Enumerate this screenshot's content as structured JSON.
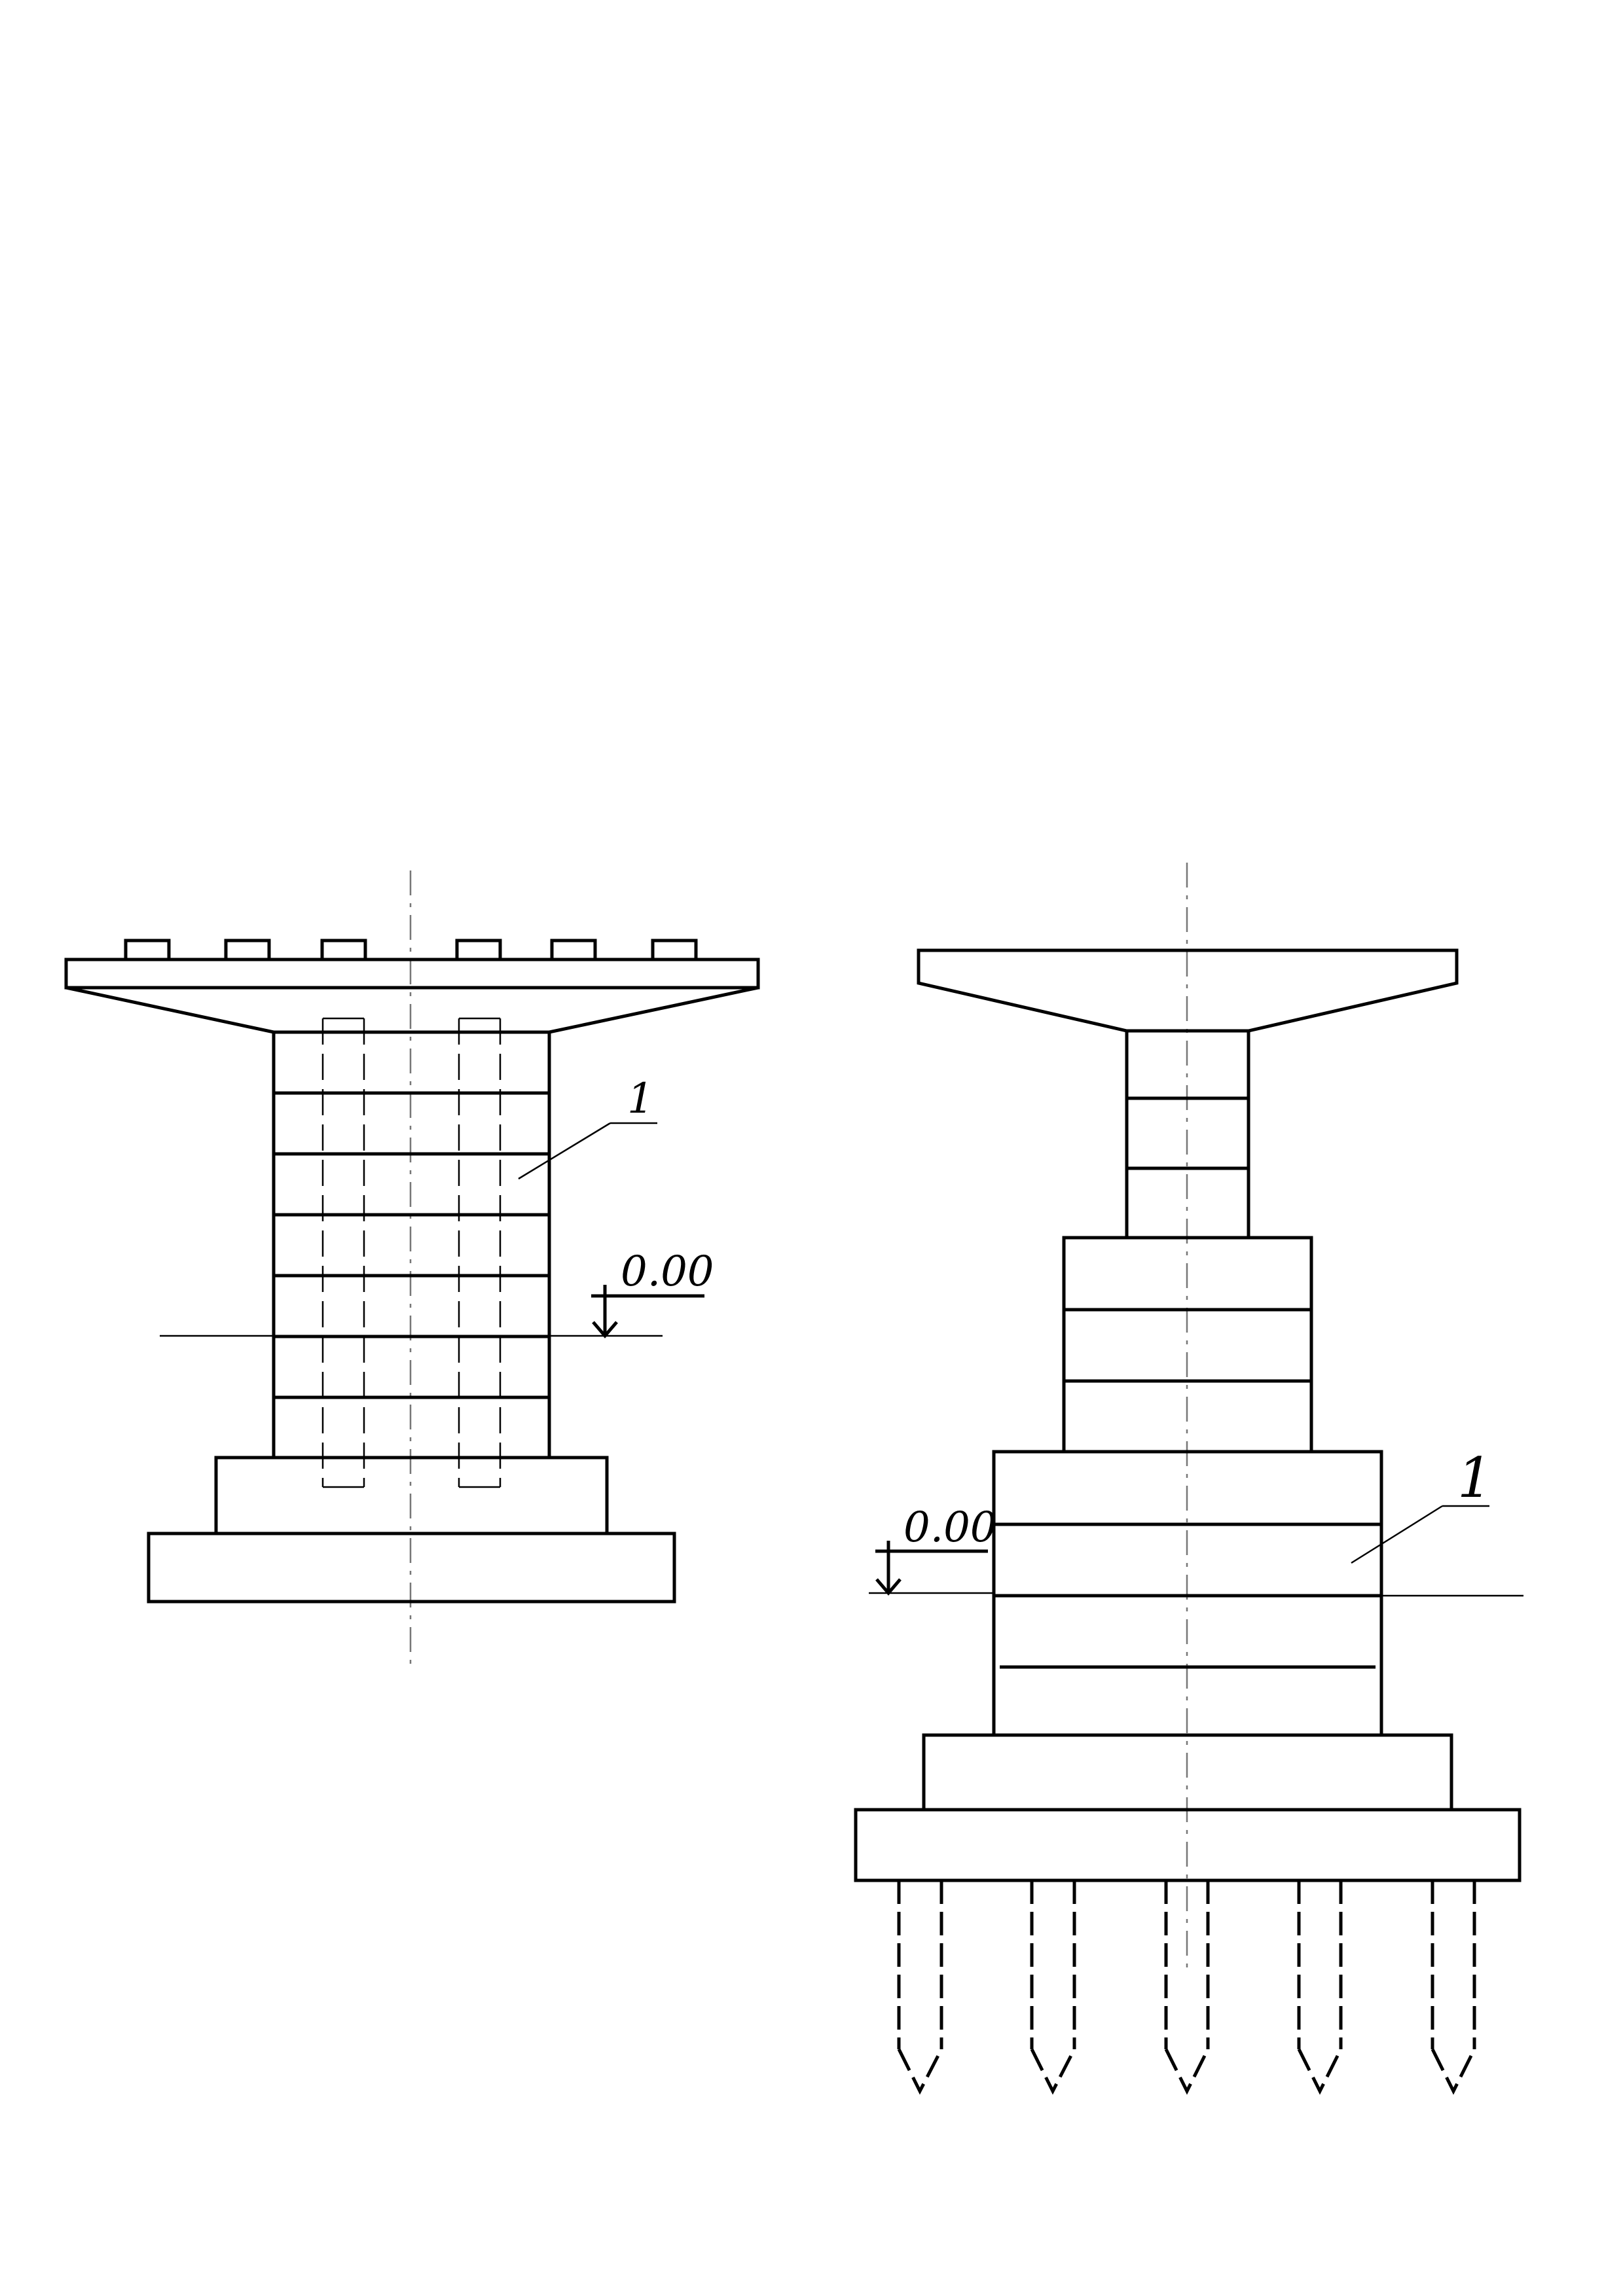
{
  "left_pier": {
    "leader_label": "1",
    "level_mark": "0.00"
  },
  "right_pier": {
    "leader_label": "1",
    "level_mark": "0.00"
  }
}
